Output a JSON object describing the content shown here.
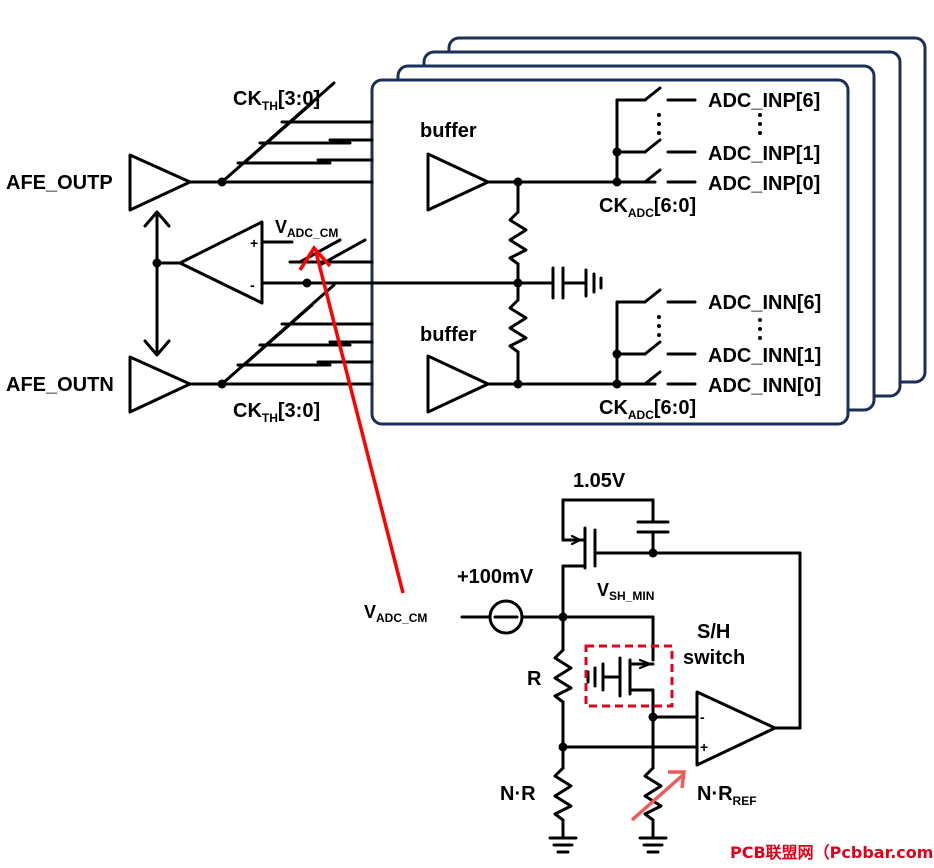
{
  "labels": {
    "ck_th": "CK",
    "ck_th_sub": "TH",
    "ck_th_bits": "[3:0]",
    "afe_outp": "AFE_OUTP",
    "afe_outn": "AFE_OUTN",
    "vadc_cm_v": "V",
    "vadc_cm_sub": "ADC_CM",
    "buffer": "buffer",
    "ck_adc": "CK",
    "ck_adc_sub": "ADC",
    "ck_adc_bits": "[6:0]",
    "adc_inp": [
      "ADC_INP[6]",
      "ADC_INP[1]",
      "ADC_INP[0]"
    ],
    "adc_inn": [
      "ADC_INN[6]",
      "ADC_INN[1]",
      "ADC_INN[0]"
    ],
    "supply": "1.05V",
    "offset": "+100mV",
    "vsh_v": "V",
    "vsh_sub": "SH_MIN",
    "sh_switch_1": "S/H",
    "sh_switch_2": "switch",
    "r": "R",
    "nr": "N·R",
    "nrref": "N·R",
    "nrref_sub": "REF",
    "watermark": "PCB联盟网（Pcbbar.com）"
  },
  "colors": {
    "panel_border": "#1b2f57",
    "arrow": "#ff0000",
    "highlight_box": "#e0001b",
    "watermark": "#e0001b"
  }
}
